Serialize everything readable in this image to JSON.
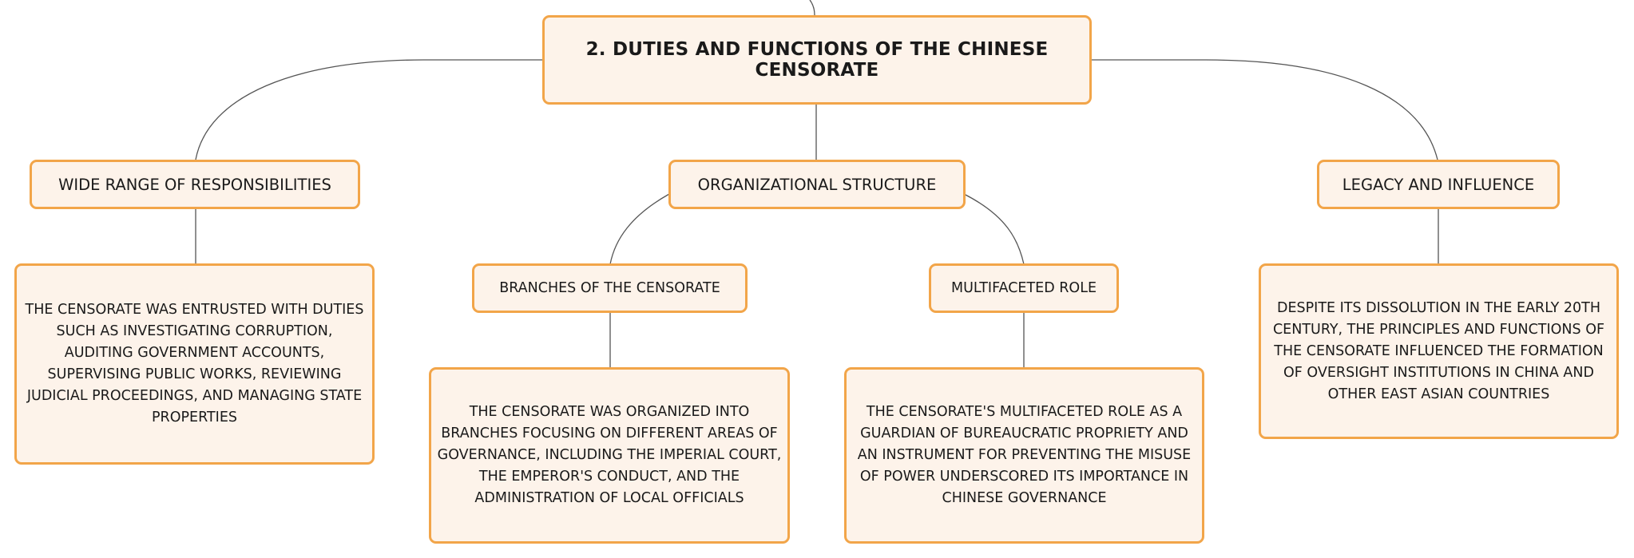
{
  "root": {
    "label": "2. DUTIES AND FUNCTIONS OF THE CHINESE CENSORATE"
  },
  "topics": {
    "responsibilities": {
      "label": "WIDE RANGE OF RESPONSIBILITIES",
      "detail": "THE CENSORATE WAS ENTRUSTED WITH DUTIES SUCH AS INVESTIGATING CORRUPTION, AUDITING GOVERNMENT ACCOUNTS, SUPERVISING PUBLIC WORKS, REVIEWING JUDICIAL PROCEEDINGS, AND MANAGING STATE PROPERTIES"
    },
    "structure": {
      "label": "ORGANIZATIONAL STRUCTURE",
      "branches": {
        "label": "BRANCHES OF THE CENSORATE",
        "detail": "THE CENSORATE WAS ORGANIZED INTO BRANCHES FOCUSING ON DIFFERENT AREAS OF GOVERNANCE, INCLUDING THE IMPERIAL COURT, THE EMPEROR'S CONDUCT, AND THE ADMINISTRATION OF LOCAL OFFICIALS"
      },
      "role": {
        "label": "MULTIFACETED ROLE",
        "detail": "THE CENSORATE'S MULTIFACETED ROLE AS A GUARDIAN OF BUREAUCRATIC PROPRIETY AND AN INSTRUMENT FOR PREVENTING THE MISUSE OF POWER UNDERSCORED ITS IMPORTANCE IN CHINESE GOVERNANCE"
      }
    },
    "legacy": {
      "label": "LEGACY AND INFLUENCE",
      "detail": "DESPITE ITS DISSOLUTION IN THE EARLY 20TH CENTURY, THE PRINCIPLES AND FUNCTIONS OF THE CENSORATE INFLUENCED THE FORMATION OF OVERSIGHT INSTITUTIONS IN CHINA AND OTHER EAST ASIAN COUNTRIES"
    }
  },
  "colors": {
    "node_fill": "#fdf3ea",
    "node_border": "#f2a549",
    "connector": "#555555"
  }
}
